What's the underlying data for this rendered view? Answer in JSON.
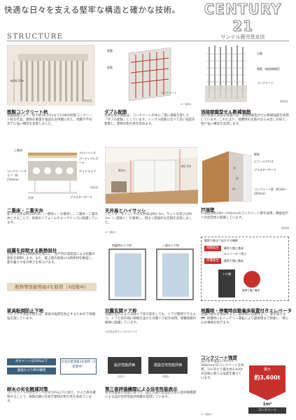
{
  "header": {
    "tagline": "快適な日々を支える堅牢な構造と確かな技術。",
    "brand_name": "CENTURY 21",
    "branch": "サンテル鹿児島支店"
  },
  "section_title": "STRUCTURE",
  "items": {
    "pile": {
      "caption": "既製コンクリート杭",
      "desc": "地盤調査により、地下約38.25mまで23本の既製コンクリート杭を打設。建物の重量を強固な支持層に伝え、地震や不同沈下に強い構造を実現しました。",
      "dim": "約38.25m",
      "note": "概念図"
    },
    "double_rebar": {
      "caption": "ダブル配筋",
      "desc": "主要な壁の鉄筋は、コンクリートの中に二重に鉄筋を配した「ダブル配筋」としています。シングル配筋に比べて高い強度を発揮し、建物の耐久性を高めます。",
      "labels": [
        "鉄筋",
        "鉄筋",
        "コンクリート"
      ],
      "note": "※一部除く"
    },
    "welded_hoop": {
      "caption": "溶接閉鎖型せん断補強筋",
      "desc": "柱の主筋を束ねる帯筋には、溶接閉鎖型のせん断補強筋を採用しています。これにより、地震時の主筋のはらみ出しを抑え、粘り強い構造を実現します。",
      "labels": [
        "主筋",
        "帯筋（溶接閉鎖型）",
        "コンクリート"
      ],
      "note": "概念図"
    },
    "double_floor": {
      "caption": "二重床・二重天井",
      "desc": "床スラブ厚は約250mm（一部除く）を確保し、二重床・二重天井とすることで、将来のリフォームやメンテナンスに配慮しています。",
      "labels": [
        "上階床",
        "フローリング",
        "パーティクルボード",
        "コンクリートスラブ（約250mm）",
        "ボイドスラブ",
        "プラスターボード",
        "天井"
      ],
      "note": "概念図"
    },
    "ceiling_sash": {
      "caption": "天井高とハイサッシ",
      "desc": "リビング・ダイニングの天井高は約2.5m、サッシの高さは約2m（一部除く）を確保し、明るく開放的な空間を実現しました。",
      "labels": [
        "約2.5m",
        "約2m"
      ],
      "note": "※一部除く"
    },
    "partition": {
      "caption": "戸境壁",
      "desc": "戸境壁は約180〜200mmのコンクリート壁を採用。隣接住戸への遮音性に配慮しています。",
      "labels": [
        "壁紙",
        "ビニールクロス",
        "プラスターボード",
        "コンクリート壁（約180〜200mm）"
      ],
      "note": "概念図"
    },
    "insulation": {
      "caption": "結露を抑制する断熱設計",
      "desc": "外壁の内側には断熱材を施工し、住戸内の温度差による結露の発生を抑制します。また、最上階の屋根には断熱材を敷設し、夏の暑さや冬の寒さを和らげます。",
      "banner": "断熱等性能等級4を取得（4段階中）",
      "note": "概念図"
    },
    "furniture": {
      "caption": "家具転倒防止下地",
      "desc": "リビングや洋室の壁には、家具の転倒を防止するための下地補強を施しています。"
    },
    "door_frame": {
      "caption": "対震玄関ドア枠",
      "desc": "地震の揺れにより玄関ドア枠が変形しても、ドアが開閉できるよう、ドアと枠の間に隙間を設けた対震ドア枠を採用。避難経路の確保に配慮しています。",
      "labels": [
        "地震時のドア枠",
        "一般のドア枠"
      ],
      "note": "※写真は同タイプのものです"
    },
    "elevator": {
      "caption": "地震時・停電時自動着床装置付きエレベーター",
      "desc": "地震の揺れを感知すると、最寄階に自動停止し、扉を開きます。停電時にもバッテリー運転により最寄階まで移動し、閉じ込め事故を防ぎます。",
      "flow": [
        "地震発生",
        "最寄り階に着床",
        "停電発生",
        "最寄り階に着床"
      ],
      "labels": [
        "最寄り階まで走行する機能",
        "エレベーター停止",
        "最寄り階に着床",
        "ドア開"
      ]
    },
    "concrete_mix": {
      "caption": "耐水の劣化軽減対策",
      "desc": "コンクリートの水セメント比を50%以下に抑え、かぶり厚を確保することで、鉄筋の錆びを防ぎ建物の耐久性を高めています。",
      "box1": "水セメント比50%以下",
      "box2": "鉄筋かぶり厚の確保",
      "result": "劣化対策等級3を取得（3段階中）"
    },
    "evaluation": {
      "caption": "第三者評価機関による住宅性能表示",
      "desc": "住宅性能表示制度に基づき、国土交通大臣指定の第三者評価機関による設計住宅性能評価書を取得しています。",
      "mark1": "設計性能評価",
      "mark2": "建設住宅性能評価",
      "sub1": "(設計)",
      "sub2": "(建設)"
    },
    "concrete_strength": {
      "caption": "コンクリート強度",
      "desc": "設計基準強度27N/mm²〜36N/mm²のコンクリートを採用。1m²あたり最大約3,600tの圧縮に耐える強度を備えています。",
      "badge_top": "最大",
      "badge_value": "約3,600t",
      "unit": "1m²",
      "unit_sub": "コンクリート",
      "note": "※一部除く"
    }
  },
  "colors": {
    "brand_gray": "#8a8a8a",
    "banner_bg": "#e6dcc8",
    "accent_red": "#c8302c",
    "badge_red": "#c8302c"
  }
}
